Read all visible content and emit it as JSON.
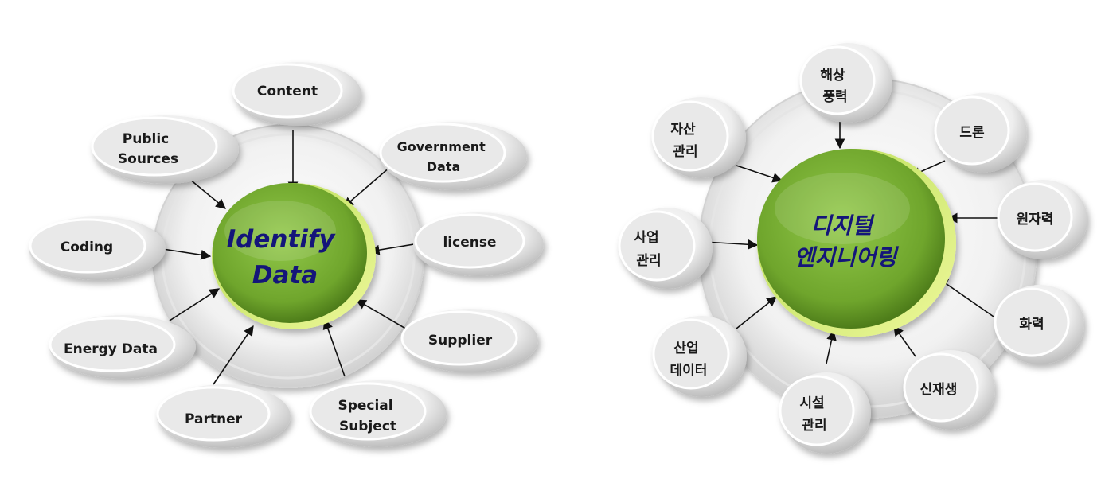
{
  "diagrams": [
    {
      "hub": {
        "lines": [
          "Identify",
          "Data"
        ]
      },
      "nodes": [
        {
          "id": "content",
          "lines": [
            "Content"
          ]
        },
        {
          "id": "public-sources",
          "lines": [
            "Public",
            "Sources"
          ]
        },
        {
          "id": "government-data",
          "lines": [
            "Government",
            "Data"
          ]
        },
        {
          "id": "coding",
          "lines": [
            "Coding"
          ]
        },
        {
          "id": "license",
          "lines": [
            "license"
          ]
        },
        {
          "id": "energy-data",
          "lines": [
            "Energy Data"
          ]
        },
        {
          "id": "supplier",
          "lines": [
            "Supplier"
          ]
        },
        {
          "id": "partner",
          "lines": [
            "Partner"
          ]
        },
        {
          "id": "special-subject",
          "lines": [
            "Special",
            "Subject"
          ]
        }
      ]
    },
    {
      "hub": {
        "lines": [
          "디지털",
          "엔지니어링"
        ]
      },
      "nodes": [
        {
          "id": "offshore-wind",
          "lines": [
            "해상",
            "풍력"
          ]
        },
        {
          "id": "asset-management",
          "lines": [
            "자산",
            "관리"
          ]
        },
        {
          "id": "drone",
          "lines": [
            "드론"
          ]
        },
        {
          "id": "nuclear",
          "lines": [
            "원자력"
          ]
        },
        {
          "id": "business-management",
          "lines": [
            "사업",
            "관리"
          ]
        },
        {
          "id": "thermal",
          "lines": [
            "화력"
          ]
        },
        {
          "id": "industrial-data",
          "lines": [
            "산업",
            "데이터"
          ]
        },
        {
          "id": "renewable",
          "lines": [
            "신재생"
          ]
        },
        {
          "id": "facility-management",
          "lines": [
            "시설",
            "관리"
          ]
        }
      ]
    }
  ],
  "colors": {
    "hub": "#7db43a",
    "hub_edge": "#d9ef7a",
    "hub_text": "#14157a",
    "node_text": "#1a1a1a",
    "arrow": "#111111"
  }
}
